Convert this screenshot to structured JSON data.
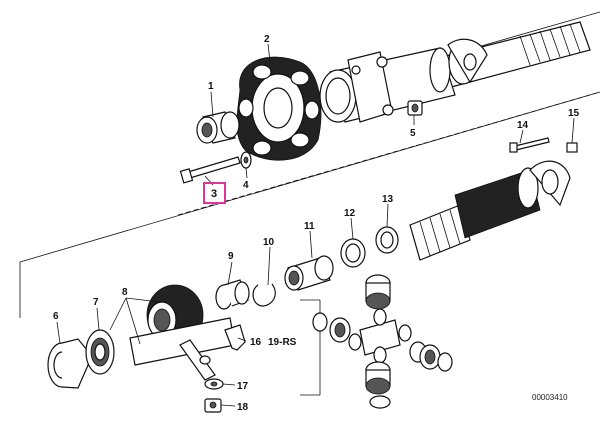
{
  "diagram": {
    "highlight_color": "#e0349a",
    "highlighted_callout": "3",
    "callouts": {
      "c1": "1",
      "c2": "2",
      "c3": "3",
      "c4": "4",
      "c5": "5",
      "c6": "6",
      "c7": "7",
      "c8": "8",
      "c9": "9",
      "c10": "10",
      "c11": "11",
      "c12": "12",
      "c13": "13",
      "c14": "14",
      "c15": "15",
      "c16": "16",
      "c17": "17",
      "c18": "18",
      "c19": "19-RS"
    },
    "drawing_number": "00003410"
  }
}
